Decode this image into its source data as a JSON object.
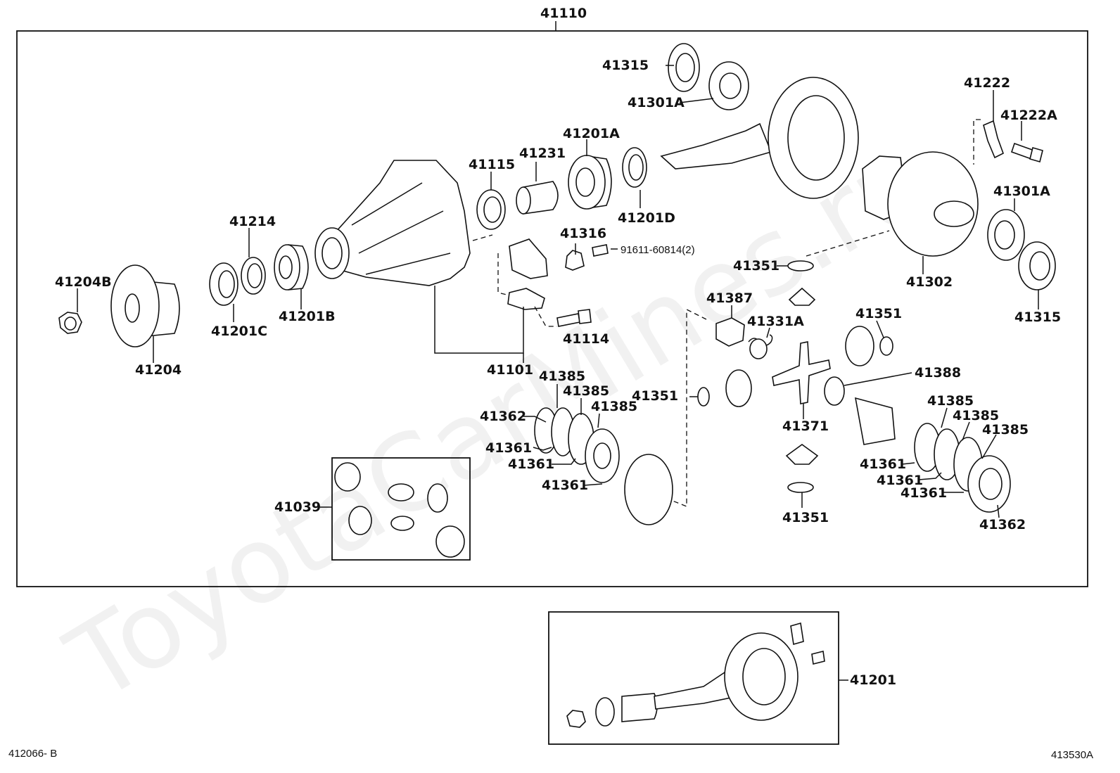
{
  "watermark": "ToyotaCarMines.ru",
  "corner_codes": {
    "left": "412066- B",
    "right": "413530A"
  },
  "box_labels": {
    "assembly": "41110",
    "kit": "41039",
    "gear_set": "41201"
  },
  "part_labels": [
    "41315",
    "41301A",
    "41222",
    "41222A",
    "41231",
    "41201A",
    "41115",
    "41201D",
    "41214",
    "41316",
    "91611-60814(2)",
    "41301A",
    "41204B",
    "41351",
    "41302",
    "41201C",
    "41201B",
    "41204",
    "41387",
    "41331A",
    "41351",
    "41315",
    "41114",
    "41101",
    "41388",
    "41385",
    "41385",
    "41385",
    "41351",
    "41362",
    "41371",
    "41385",
    "41385",
    "41385",
    "41361",
    "41361",
    "41361",
    "41361",
    "41361",
    "41361",
    "41351",
    "41362"
  ]
}
